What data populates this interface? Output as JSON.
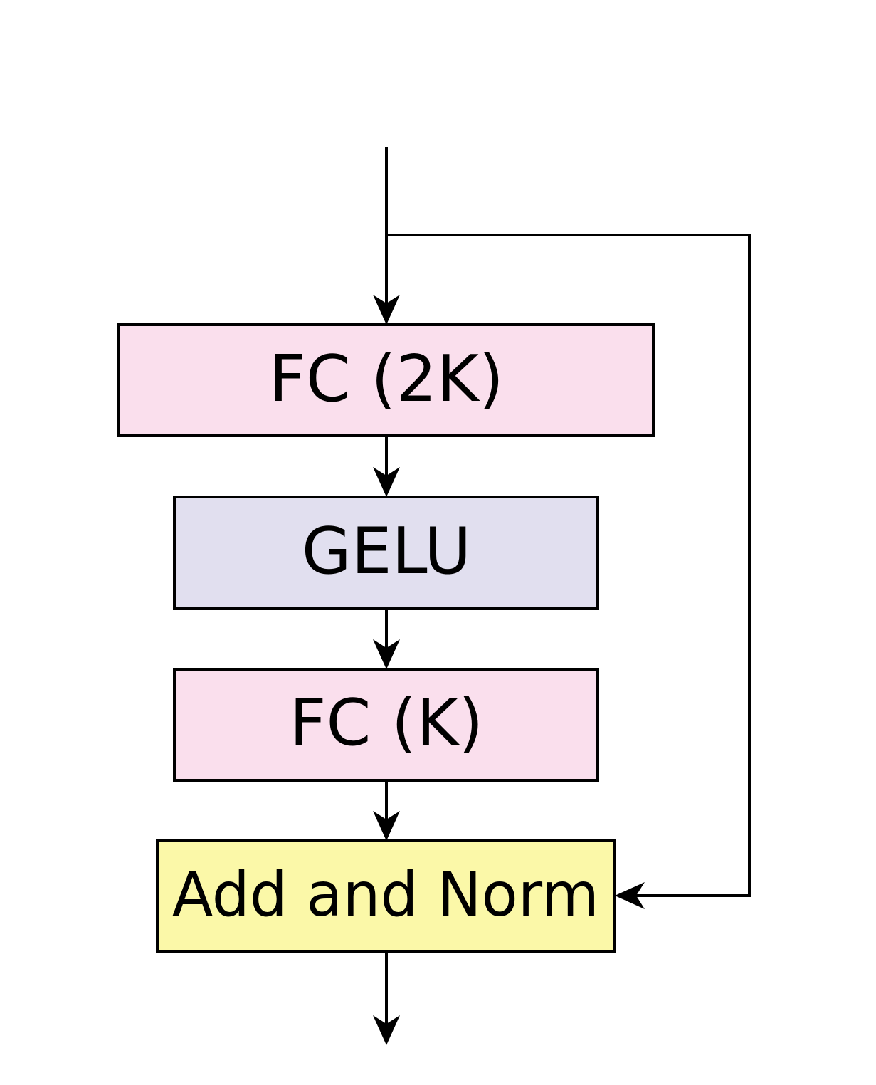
{
  "diagram": {
    "nodes": [
      {
        "id": "fc-2k",
        "label": "FC (2K)",
        "fill": "#fadfed"
      },
      {
        "id": "gelu",
        "label": "GELU",
        "fill": "#e1dfef"
      },
      {
        "id": "fc-k",
        "label": "FC (K)",
        "fill": "#fadfed"
      },
      {
        "id": "add-norm",
        "label": "Add and Norm",
        "fill": "#fbf8a8"
      }
    ],
    "edges": [
      {
        "from": "input",
        "to": "fc-2k"
      },
      {
        "from": "fc-2k",
        "to": "gelu"
      },
      {
        "from": "gelu",
        "to": "fc-k"
      },
      {
        "from": "fc-k",
        "to": "add-norm"
      },
      {
        "from": "input",
        "to": "add-norm",
        "kind": "residual"
      },
      {
        "from": "add-norm",
        "to": "output"
      }
    ],
    "stroke_color": "#000000"
  }
}
